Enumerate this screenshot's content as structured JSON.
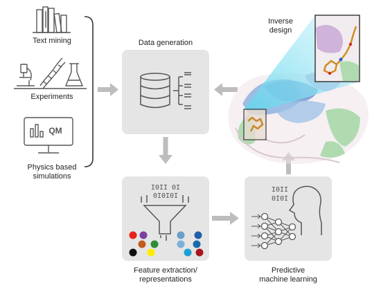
{
  "sources": {
    "text_mining": "Text mining",
    "experiments": "Experiments",
    "physics_line1": "Physics based",
    "physics_line2": "simulations",
    "qm_badge": "QM"
  },
  "stages": {
    "data_generation": "Data generation",
    "feature_line1": "Feature extraction/",
    "feature_line2": "representations",
    "predictive_line1": "Predictive",
    "predictive_line2": "machine learning",
    "inverse_line1": "Inverse",
    "inverse_line2": "design"
  },
  "binary": {
    "feature_row1": "I0II 0I",
    "feature_row2": "0I0I0I",
    "ml_row1": "I0II",
    "ml_row2": "0I0I"
  },
  "colors": {
    "box_fill": "#e5e5e5",
    "arrow_gray": "#bdbdbd",
    "icon_stroke": "#555555",
    "beam_cyan": "#7fe0f0",
    "feature_dots": [
      "#e8211b",
      "#7b3fa0",
      "#6a9ec8",
      "#1f5fa8",
      "#c25a1e",
      "#2e8c3a",
      "#7cb0d8",
      "#1a6aaa",
      "#111111",
      "#ffec00",
      "#1aa0d8",
      "#a8161e"
    ]
  },
  "icons": [
    "books-icon",
    "microscope-icon",
    "dna-icon",
    "flask-icon",
    "computer-monitor-icon",
    "database-icon",
    "funnel-icon",
    "head-profile-icon",
    "neural-network-icon",
    "protein-structure-image",
    "ligand-zoom-image"
  ]
}
